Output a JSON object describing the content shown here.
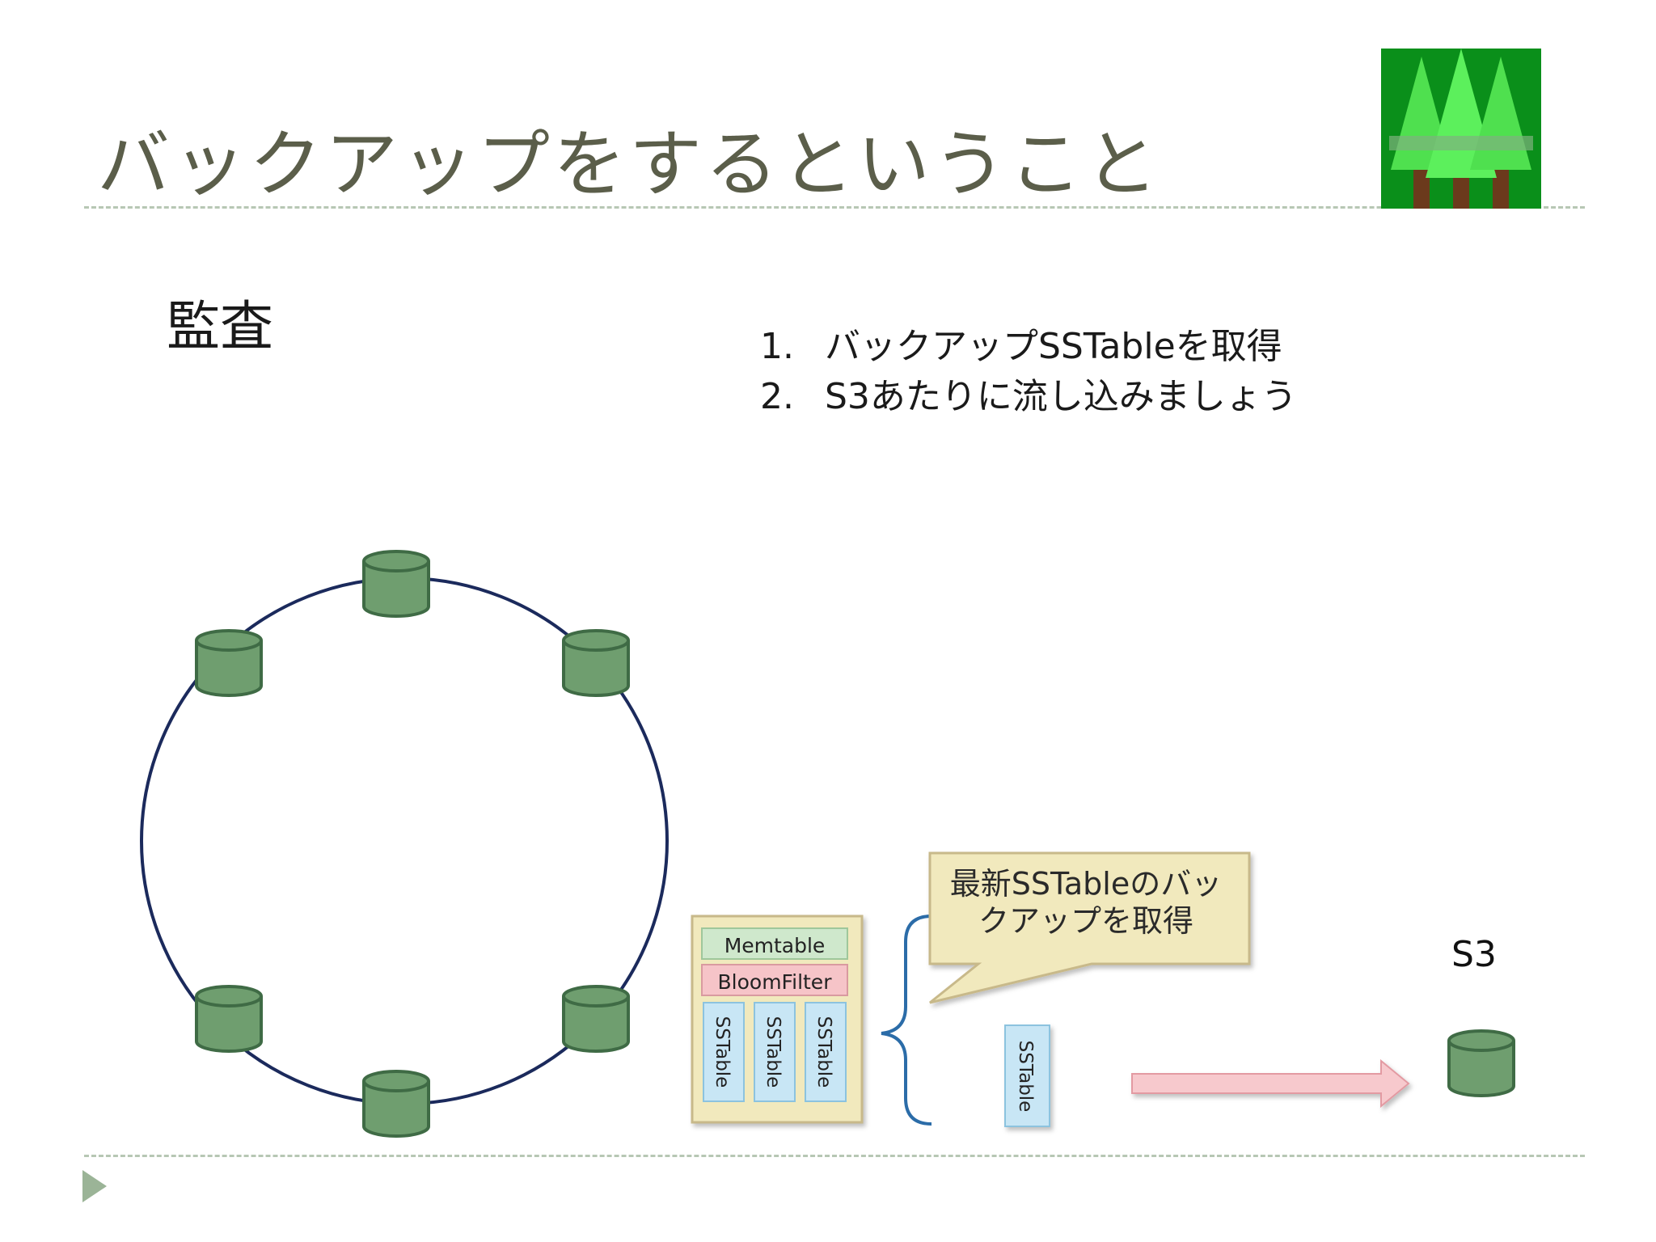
{
  "slide": {
    "title": "バックアップをするということ",
    "subtitle": "監査",
    "steps": [
      {
        "number": "1.",
        "text": "バックアップSSTableを取得"
      },
      {
        "number": "2.",
        "text": "S3あたりに流し込みましょう"
      }
    ]
  },
  "diagram": {
    "node": {
      "memtable_label": "Memtable",
      "bloomfilter_label": "BloomFilter",
      "sstable_labels": [
        "SSTable",
        "SSTable",
        "SSTable"
      ]
    },
    "backup_sstable_label": "SSTable",
    "callout_lines": [
      "最新SSTableのバッ",
      "クアップを取得"
    ],
    "storage_label": "S3",
    "ring_node_count": 6
  },
  "colors": {
    "title_text": "#5b5e4a",
    "cylinder_fill": "#6f9e6f",
    "cylinder_stroke": "#3f6b45",
    "ring_stroke": "#1b2a5c",
    "memtable_fill": "#cfe8cc",
    "bloomfilter_fill": "#f6c4c8",
    "sstable_fill": "#c8e6f5",
    "callout_fill": "#f1e9bd",
    "arrow_fill": "#f7c9cd",
    "brace_stroke": "#2b6ca8"
  },
  "icons": {
    "logo": "forest-logo-icon",
    "nav": "triangle-right-icon",
    "database": "cylinder-database-icon"
  }
}
